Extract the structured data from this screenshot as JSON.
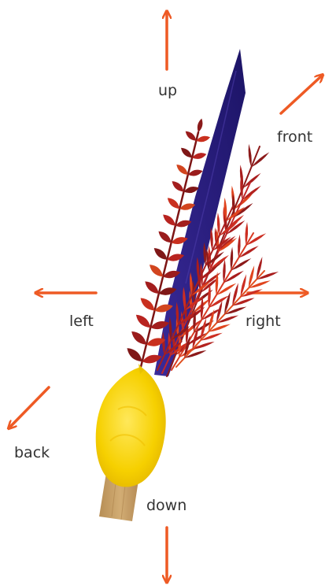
{
  "directions": {
    "up": "up",
    "front": "front",
    "left": "left",
    "right": "right",
    "back": "back",
    "down": "down"
  },
  "colors": {
    "arrow": "#ee5a24",
    "label": "#333333",
    "lulav": "#2e1f8a",
    "willow": "#c0282a",
    "myrtle": "#a52222",
    "etrog": "#f6d000",
    "holder": "#c9a26a"
  }
}
